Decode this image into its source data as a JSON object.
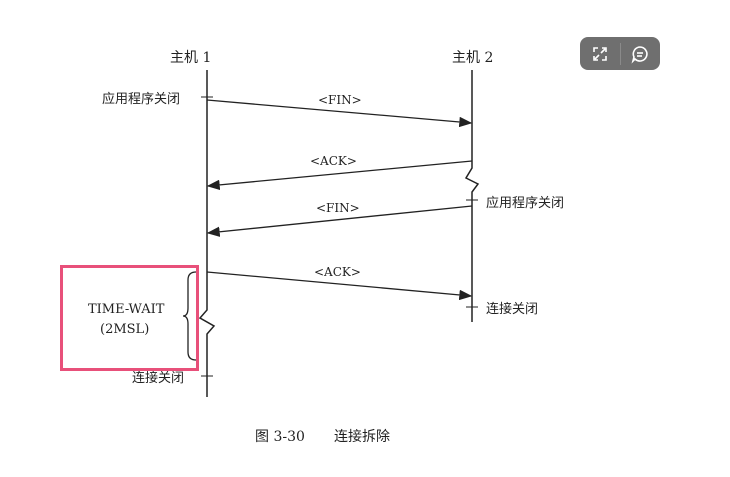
{
  "diagram": {
    "host1_label": "主机 1",
    "host2_label": "主机 2",
    "host1_app_close": "应用程序关闭",
    "host2_app_close": "应用程序关闭",
    "messages": [
      "<FIN>",
      "<ACK>",
      "<FIN>",
      "<ACK>"
    ],
    "host2_conn_closed": "连接关闭",
    "host1_conn_closed": "连接关闭",
    "time_wait": "TIME-WAIT",
    "time_wait_duration": "(2MSL)",
    "caption_number": "图 3-30",
    "caption_title": "连接拆除"
  },
  "toolbar": {
    "icons": [
      "expand-icon",
      "comment-icon"
    ]
  },
  "highlight_color": "#e8507a"
}
